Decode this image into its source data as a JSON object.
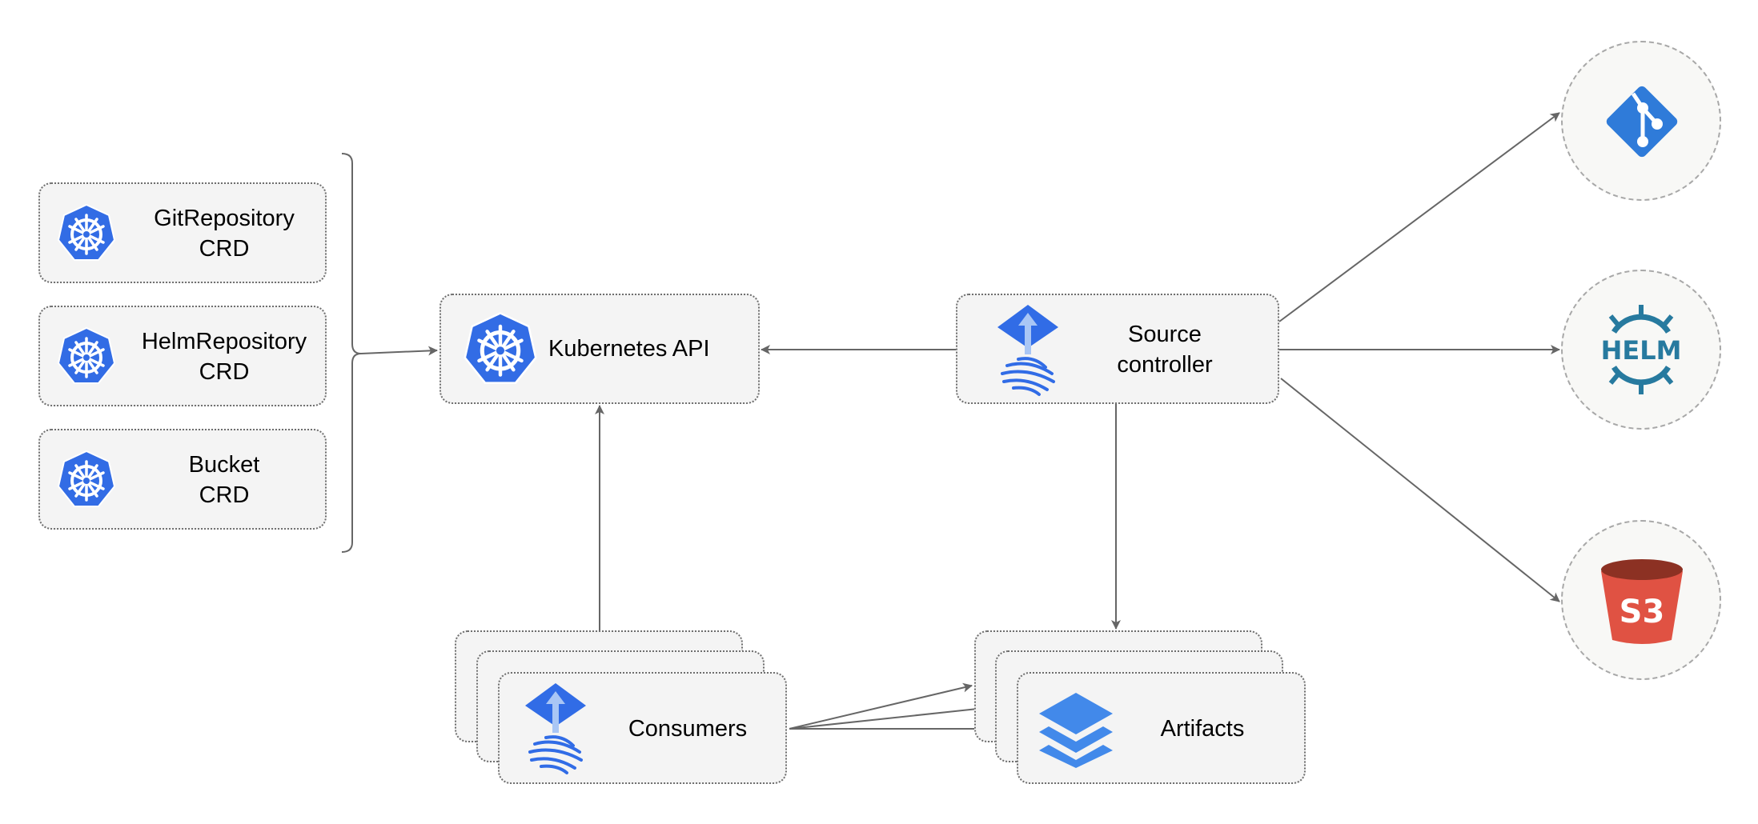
{
  "crds": [
    {
      "name": "GitRepository",
      "sub": "CRD"
    },
    {
      "name": "HelmRepository",
      "sub": "CRD"
    },
    {
      "name": "Bucket",
      "sub": "CRD"
    }
  ],
  "kubernetes_api": {
    "label": "Kubernetes API",
    "icon": "kubernetes-icon"
  },
  "source_controller": {
    "line1": "Source",
    "line2": "controller",
    "icon": "flux-icon"
  },
  "consumers": {
    "label": "Consumers",
    "icon": "flux-icon"
  },
  "artifacts": {
    "label": "Artifacts",
    "icon": "layers-icon"
  },
  "sources": {
    "git": {
      "icon": "git-icon"
    },
    "helm": {
      "label": "HELM",
      "icon": "helm-icon"
    },
    "s3": {
      "label": "S3",
      "icon": "s3-bucket-icon"
    }
  },
  "colors": {
    "kubernetes": "#326ce5",
    "flux": "#316ce6",
    "git": "#2f7bd9",
    "helm": "#277a9f",
    "s3": "#e05243",
    "layers": "#4289ea",
    "edge": "#666666"
  }
}
